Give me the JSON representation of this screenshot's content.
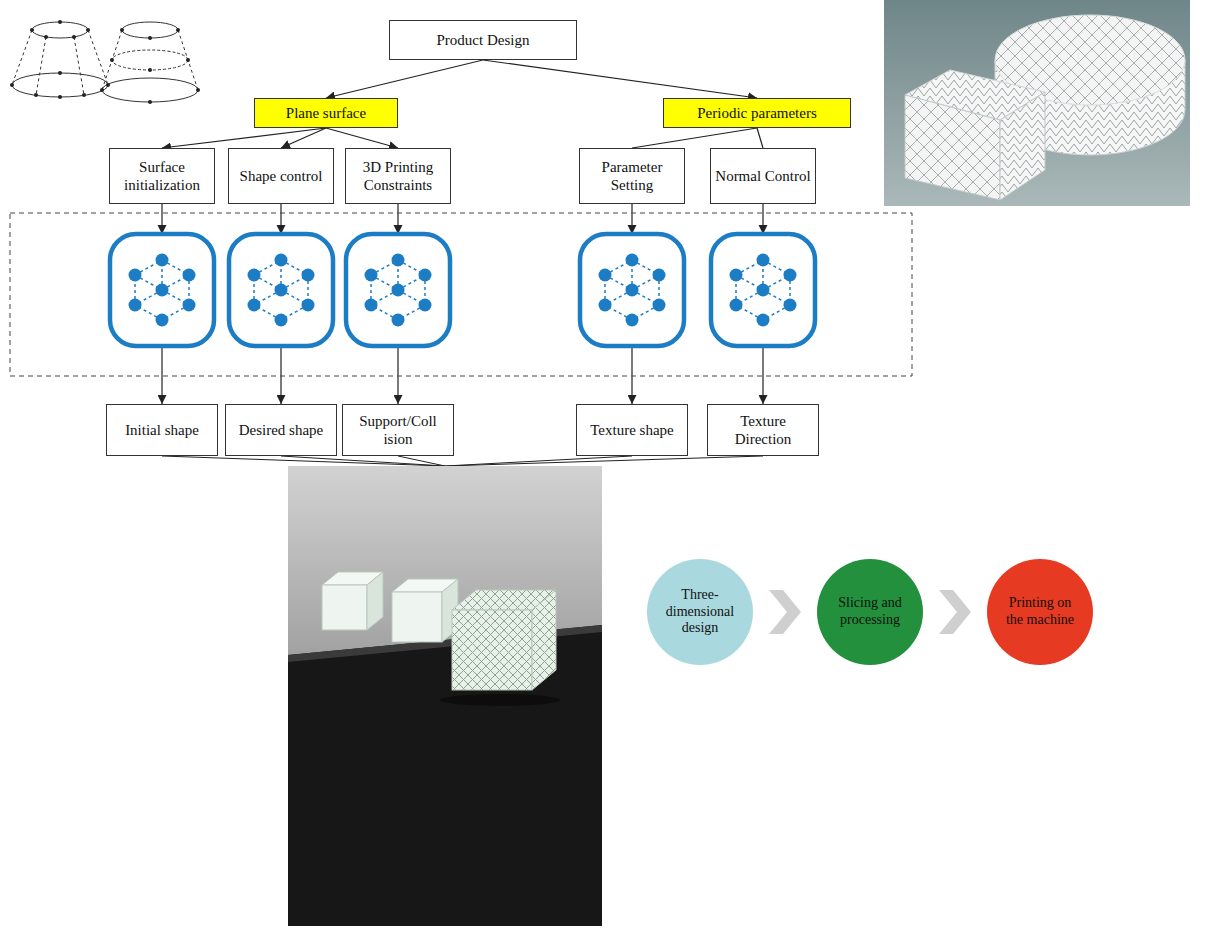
{
  "diagram": {
    "nodes": [
      {
        "text": [
          "Product Design"
        ]
      },
      {
        "text": [
          "Plane surface"
        ]
      },
      {
        "text": [
          "Periodic parameters"
        ]
      },
      {
        "text": [
          "Surface initialization"
        ]
      },
      {
        "text": [
          "Shape control"
        ]
      },
      {
        "text": [
          "3D Printing Constraints"
        ]
      },
      {
        "text": [
          "Parameter Setting"
        ]
      },
      {
        "text": [
          "Normal Control"
        ]
      },
      {
        "text": [
          "Initial shape"
        ]
      },
      {
        "text": [
          "Desired shape"
        ]
      },
      {
        "text": [
          "Support/Coll ision"
        ]
      },
      {
        "text": [
          "Texture shape"
        ]
      },
      {
        "text": [
          "Texture Direction"
        ]
      },
      {
        "text": [
          "Three-dimensional design"
        ]
      },
      {
        "text": [
          "Slicing and processing"
        ]
      },
      {
        "text": [
          "Printing on the machine"
        ]
      }
    ],
    "edges": [
      {
        "from": 0,
        "to": 1,
        "arrow": "to"
      },
      {
        "from": 0,
        "to": 2,
        "arrow": "to"
      },
      {
        "from": 1,
        "to": 3,
        "arrow": "to"
      },
      {
        "from": 1,
        "to": 4,
        "arrow": "to"
      },
      {
        "from": 1,
        "to": 5,
        "arrow": "to"
      },
      {
        "from": 2,
        "to": 6,
        "arrow": "none"
      },
      {
        "from": 2,
        "to": 7,
        "arrow": "none"
      },
      {
        "from": 3,
        "to": 8,
        "arrow": "to"
      },
      {
        "from": 4,
        "to": 9,
        "arrow": "to"
      },
      {
        "from": 5,
        "to": 10,
        "arrow": "to"
      },
      {
        "from": 6,
        "to": 11,
        "arrow": "to"
      },
      {
        "from": 7,
        "to": 12,
        "arrow": "to"
      },
      {
        "from": 13,
        "to": 14,
        "arrow": "to"
      },
      {
        "from": 14,
        "to": 15,
        "arrow": "to"
      }
    ]
  }
}
